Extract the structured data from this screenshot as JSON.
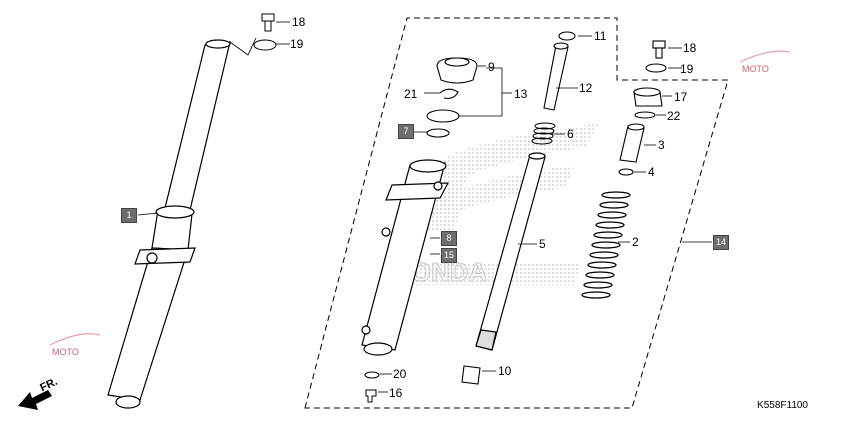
{
  "diagram": {
    "code": "K558F1100",
    "brand_watermark": "HONDA",
    "direction_label": "FR.",
    "colors": {
      "ink": "#000000",
      "box_fill": "#6e6e6e",
      "dots": "#b0b0b0"
    },
    "icons": [
      "front-direction-arrow-icon",
      "honda-wing-watermark-icon",
      "moto-logo-watermark-icon"
    ]
  },
  "callouts": {
    "n1": "1",
    "n2": "2",
    "n3": "3",
    "n4": "4",
    "n5": "5",
    "n6": "6",
    "n7": "7",
    "n8": "8",
    "n9": "9",
    "n10": "10",
    "n11": "11",
    "n12": "12",
    "n13": "13",
    "n14": "14",
    "n15": "15",
    "n16": "16",
    "n17": "17",
    "n18a": "18",
    "n18b": "18",
    "n19a": "19",
    "n19b": "19",
    "n20": "20",
    "n21": "21",
    "n22": "22"
  }
}
